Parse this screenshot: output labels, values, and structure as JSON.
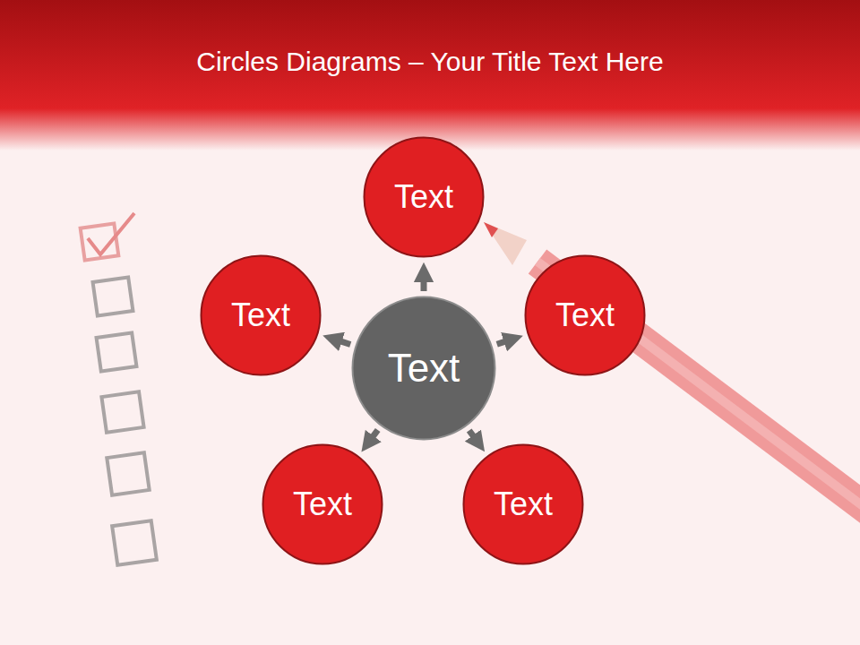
{
  "diagram": {
    "title": "Circles Diagrams – Your Title Text Here",
    "nodes": [
      {
        "text": [
          "Text"
        ]
      },
      {
        "text": [
          "Text"
        ]
      },
      {
        "text": [
          "Text"
        ]
      },
      {
        "text": [
          "Text"
        ]
      },
      {
        "text": [
          "Text"
        ]
      },
      {
        "text": [
          "Text"
        ]
      }
    ],
    "edges": [
      {
        "from": 0,
        "to": 1,
        "arrow": "to"
      },
      {
        "from": 0,
        "to": 2,
        "arrow": "to"
      },
      {
        "from": 0,
        "to": 3,
        "arrow": "to"
      },
      {
        "from": 0,
        "to": 4,
        "arrow": "to"
      },
      {
        "from": 0,
        "to": 5,
        "arrow": "to"
      }
    ]
  }
}
